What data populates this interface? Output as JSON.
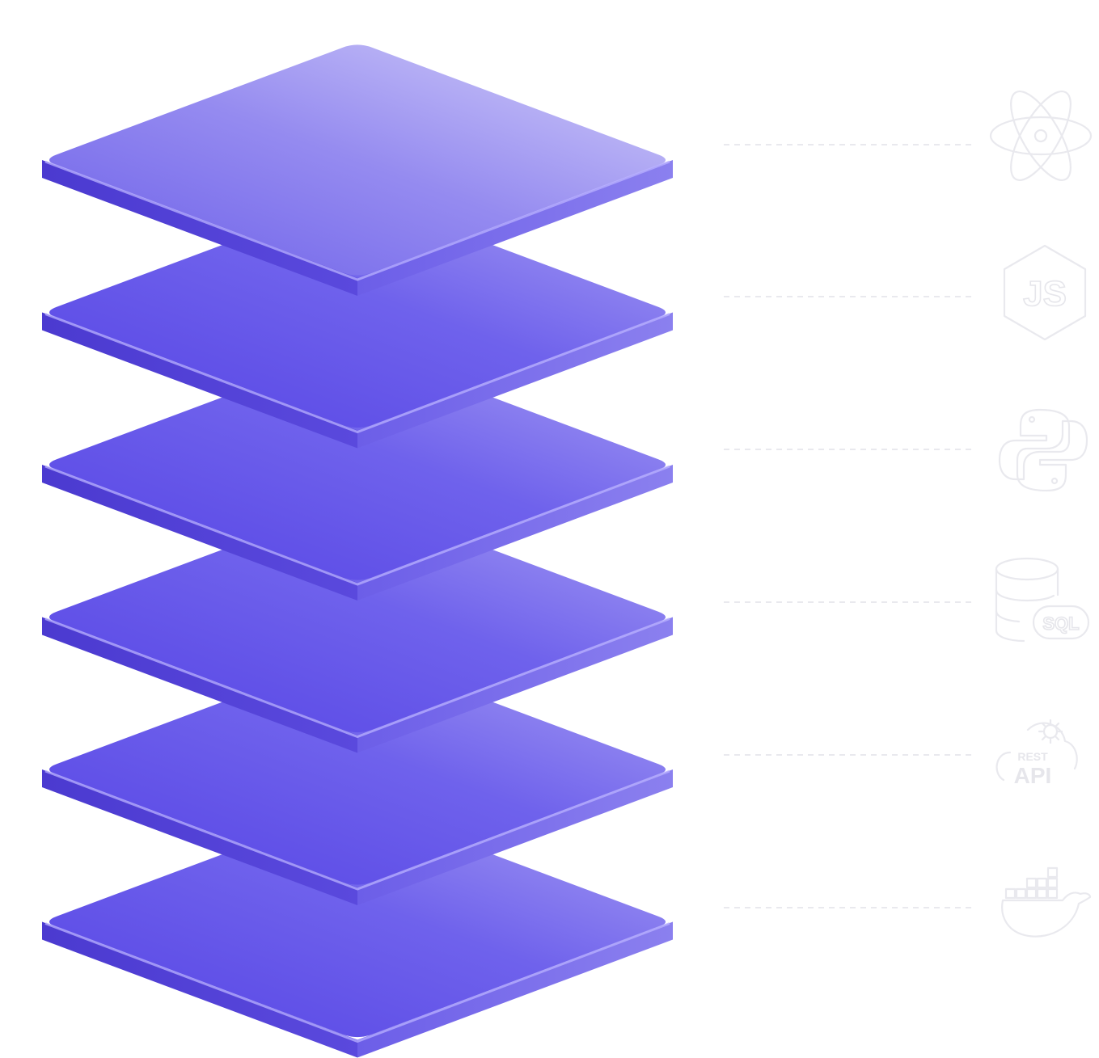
{
  "diagram": {
    "layer_count": 6,
    "colors": {
      "layer_side_dark": "#4a38cf",
      "layer_side_light": "#8c82f2",
      "layer_top_dark": "#5745e6",
      "layer_top_light": "#c7c2f8",
      "rim_highlight": "#b9b2ff",
      "connector": "#e2e2e8",
      "icon": "#e9e9ee"
    },
    "layers": [
      {
        "icon": "react-icon"
      },
      {
        "icon": "nodejs-icon"
      },
      {
        "icon": "python-icon"
      },
      {
        "icon": "sql-database-icon"
      },
      {
        "icon": "rest-api-icon"
      },
      {
        "icon": "docker-icon"
      }
    ],
    "icon_labels": {
      "nodejs": "JS",
      "sql": "SQL",
      "rest": "REST",
      "api": "API"
    }
  }
}
